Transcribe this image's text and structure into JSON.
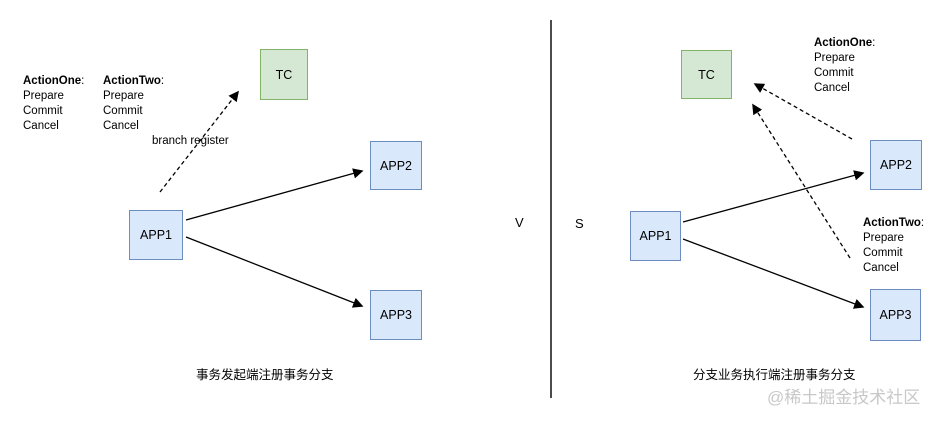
{
  "left_diagram": {
    "caption": "事务发起端注册事务分支",
    "branch_register_label": "branch register",
    "action_one": {
      "name": "ActionOne",
      "colon": ":",
      "lines": [
        "Prepare",
        "Commit",
        "Cancel"
      ]
    },
    "action_two": {
      "name": "ActionTwo",
      "colon": ":",
      "lines": [
        "Prepare",
        "Commit",
        "Cancel"
      ]
    },
    "nodes": {
      "tc": "TC",
      "app1": "APP1",
      "app2": "APP2",
      "app3": "APP3"
    }
  },
  "divider": {
    "left_letter": "V",
    "right_letter": "S"
  },
  "right_diagram": {
    "caption": "分支业务执行端注册事务分支",
    "action_one": {
      "name": "ActionOne",
      "colon": ":",
      "lines": [
        "Prepare",
        "Commit",
        "Cancel"
      ]
    },
    "action_two": {
      "name": "ActionTwo",
      "colon": ":",
      "lines": [
        "Prepare",
        "Commit",
        "Cancel"
      ]
    },
    "nodes": {
      "tc": "TC",
      "app1": "APP1",
      "app2": "APP2",
      "app3": "APP3"
    }
  },
  "watermark": "@稀土掘金技术社区",
  "colors": {
    "tc_fill": "#d5e8d4",
    "tc_border": "#82b366",
    "app_fill": "#dae8fc",
    "app_border": "#6c8ebf",
    "arrow": "#000000",
    "watermark_text": "#c8c8c8"
  }
}
